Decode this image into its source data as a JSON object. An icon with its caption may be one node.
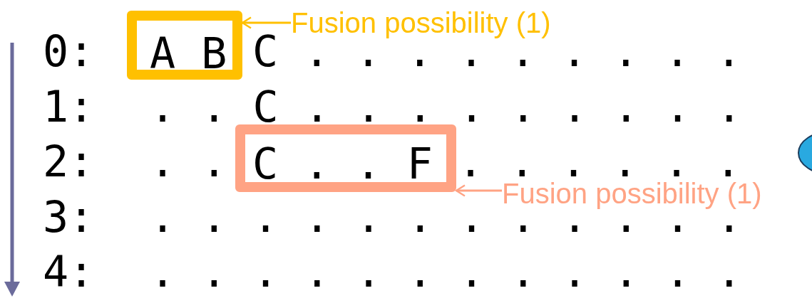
{
  "diagram": {
    "nodes": [
      {
        "text": [
          "A B"
        ]
      },
      {
        "text": [
          "Fusion possibility (1)"
        ]
      },
      {
        "text": [
          "C . . F"
        ]
      },
      {
        "text": [
          "Fusion possibility (1)"
        ]
      }
    ],
    "edges": [
      {
        "from": 1,
        "to": 0,
        "arrow": "to",
        "color": "#ffc000"
      },
      {
        "from": 3,
        "to": 2,
        "arrow": "to",
        "color": "#ffa384"
      }
    ],
    "labels": [
      "0:",
      "C . . . . . . . . .",
      "1:",
      ". . C . . . . . . . . .",
      "2:",
      ". .",
      ". . . . . .",
      "3:",
      ". . . . . . . . . . . .",
      "4:",
      ". . . . . . . . . . . ."
    ]
  }
}
